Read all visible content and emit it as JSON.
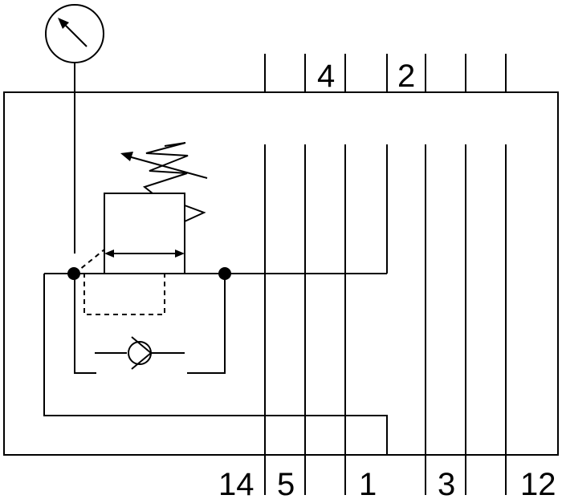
{
  "diagram": {
    "ports_top": [
      "4",
      "2"
    ],
    "ports_bottom": [
      "14",
      "5",
      "1",
      "3",
      "12"
    ],
    "symbols": {
      "gauge": "pressure-gauge-icon",
      "valve": "pressure-regulator-valve",
      "spring": "adjustable-spring-icon",
      "check_valve": "check-valve-icon"
    },
    "line_color": "#000000",
    "background": "#ffffff"
  }
}
